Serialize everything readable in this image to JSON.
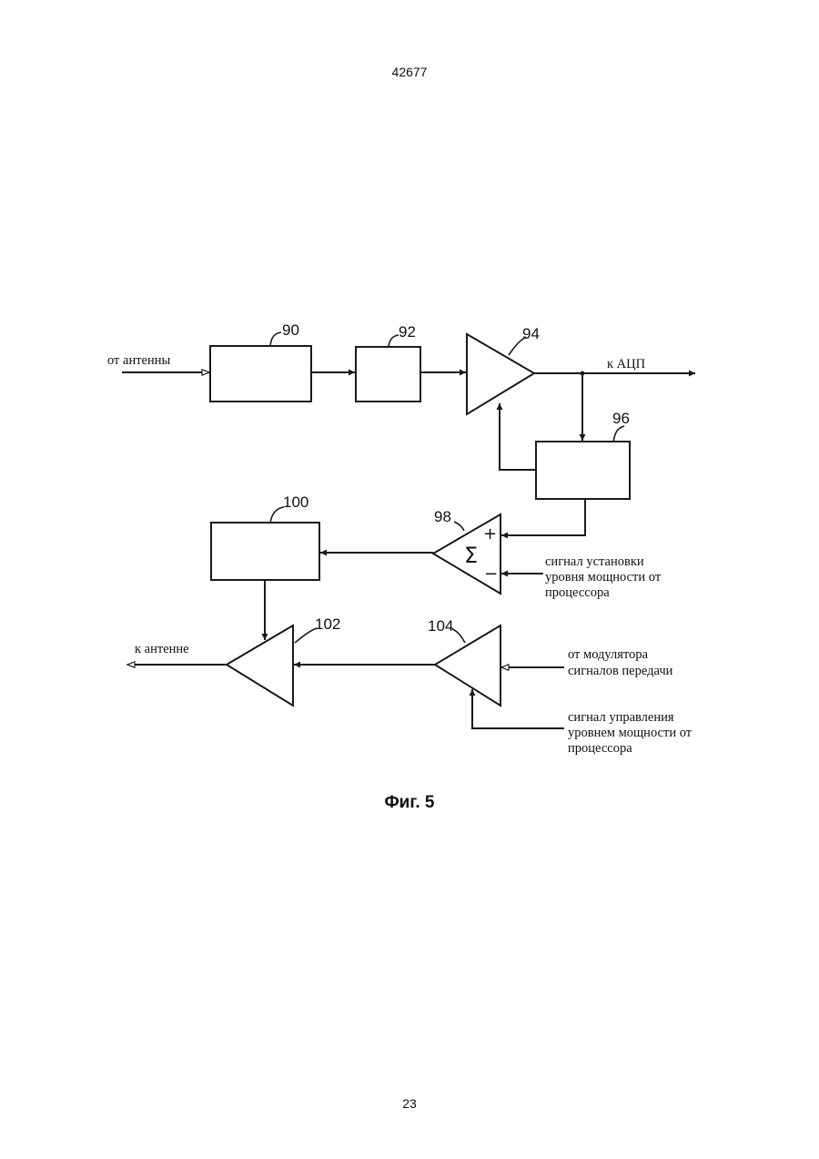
{
  "page": {
    "header_number": "42677",
    "footer_number": "23",
    "caption": "Фиг. 5"
  },
  "diagram": {
    "blocks": {
      "b90": "90",
      "b92": "92",
      "b94": "94",
      "b96": "96",
      "b98": "98",
      "b100": "100",
      "b102": "102",
      "b104": "104"
    },
    "symbols": {
      "sum": "Σ",
      "plus": "+",
      "minus": "−"
    },
    "labels": {
      "from_antenna": "от антенны",
      "to_adc": "к АЦП",
      "to_antenna": "к антенне",
      "power_set_signal": [
        "сигнал установки",
        "уровня мощности от",
        "процессора"
      ],
      "from_modulator": [
        "от модулятора",
        "сигналов передачи"
      ],
      "power_control_signal": [
        "сигнал управления",
        "уровнем мощности от",
        "процессора"
      ]
    }
  },
  "colors": {
    "ink": "#1a1a1a",
    "background": "#ffffff"
  }
}
